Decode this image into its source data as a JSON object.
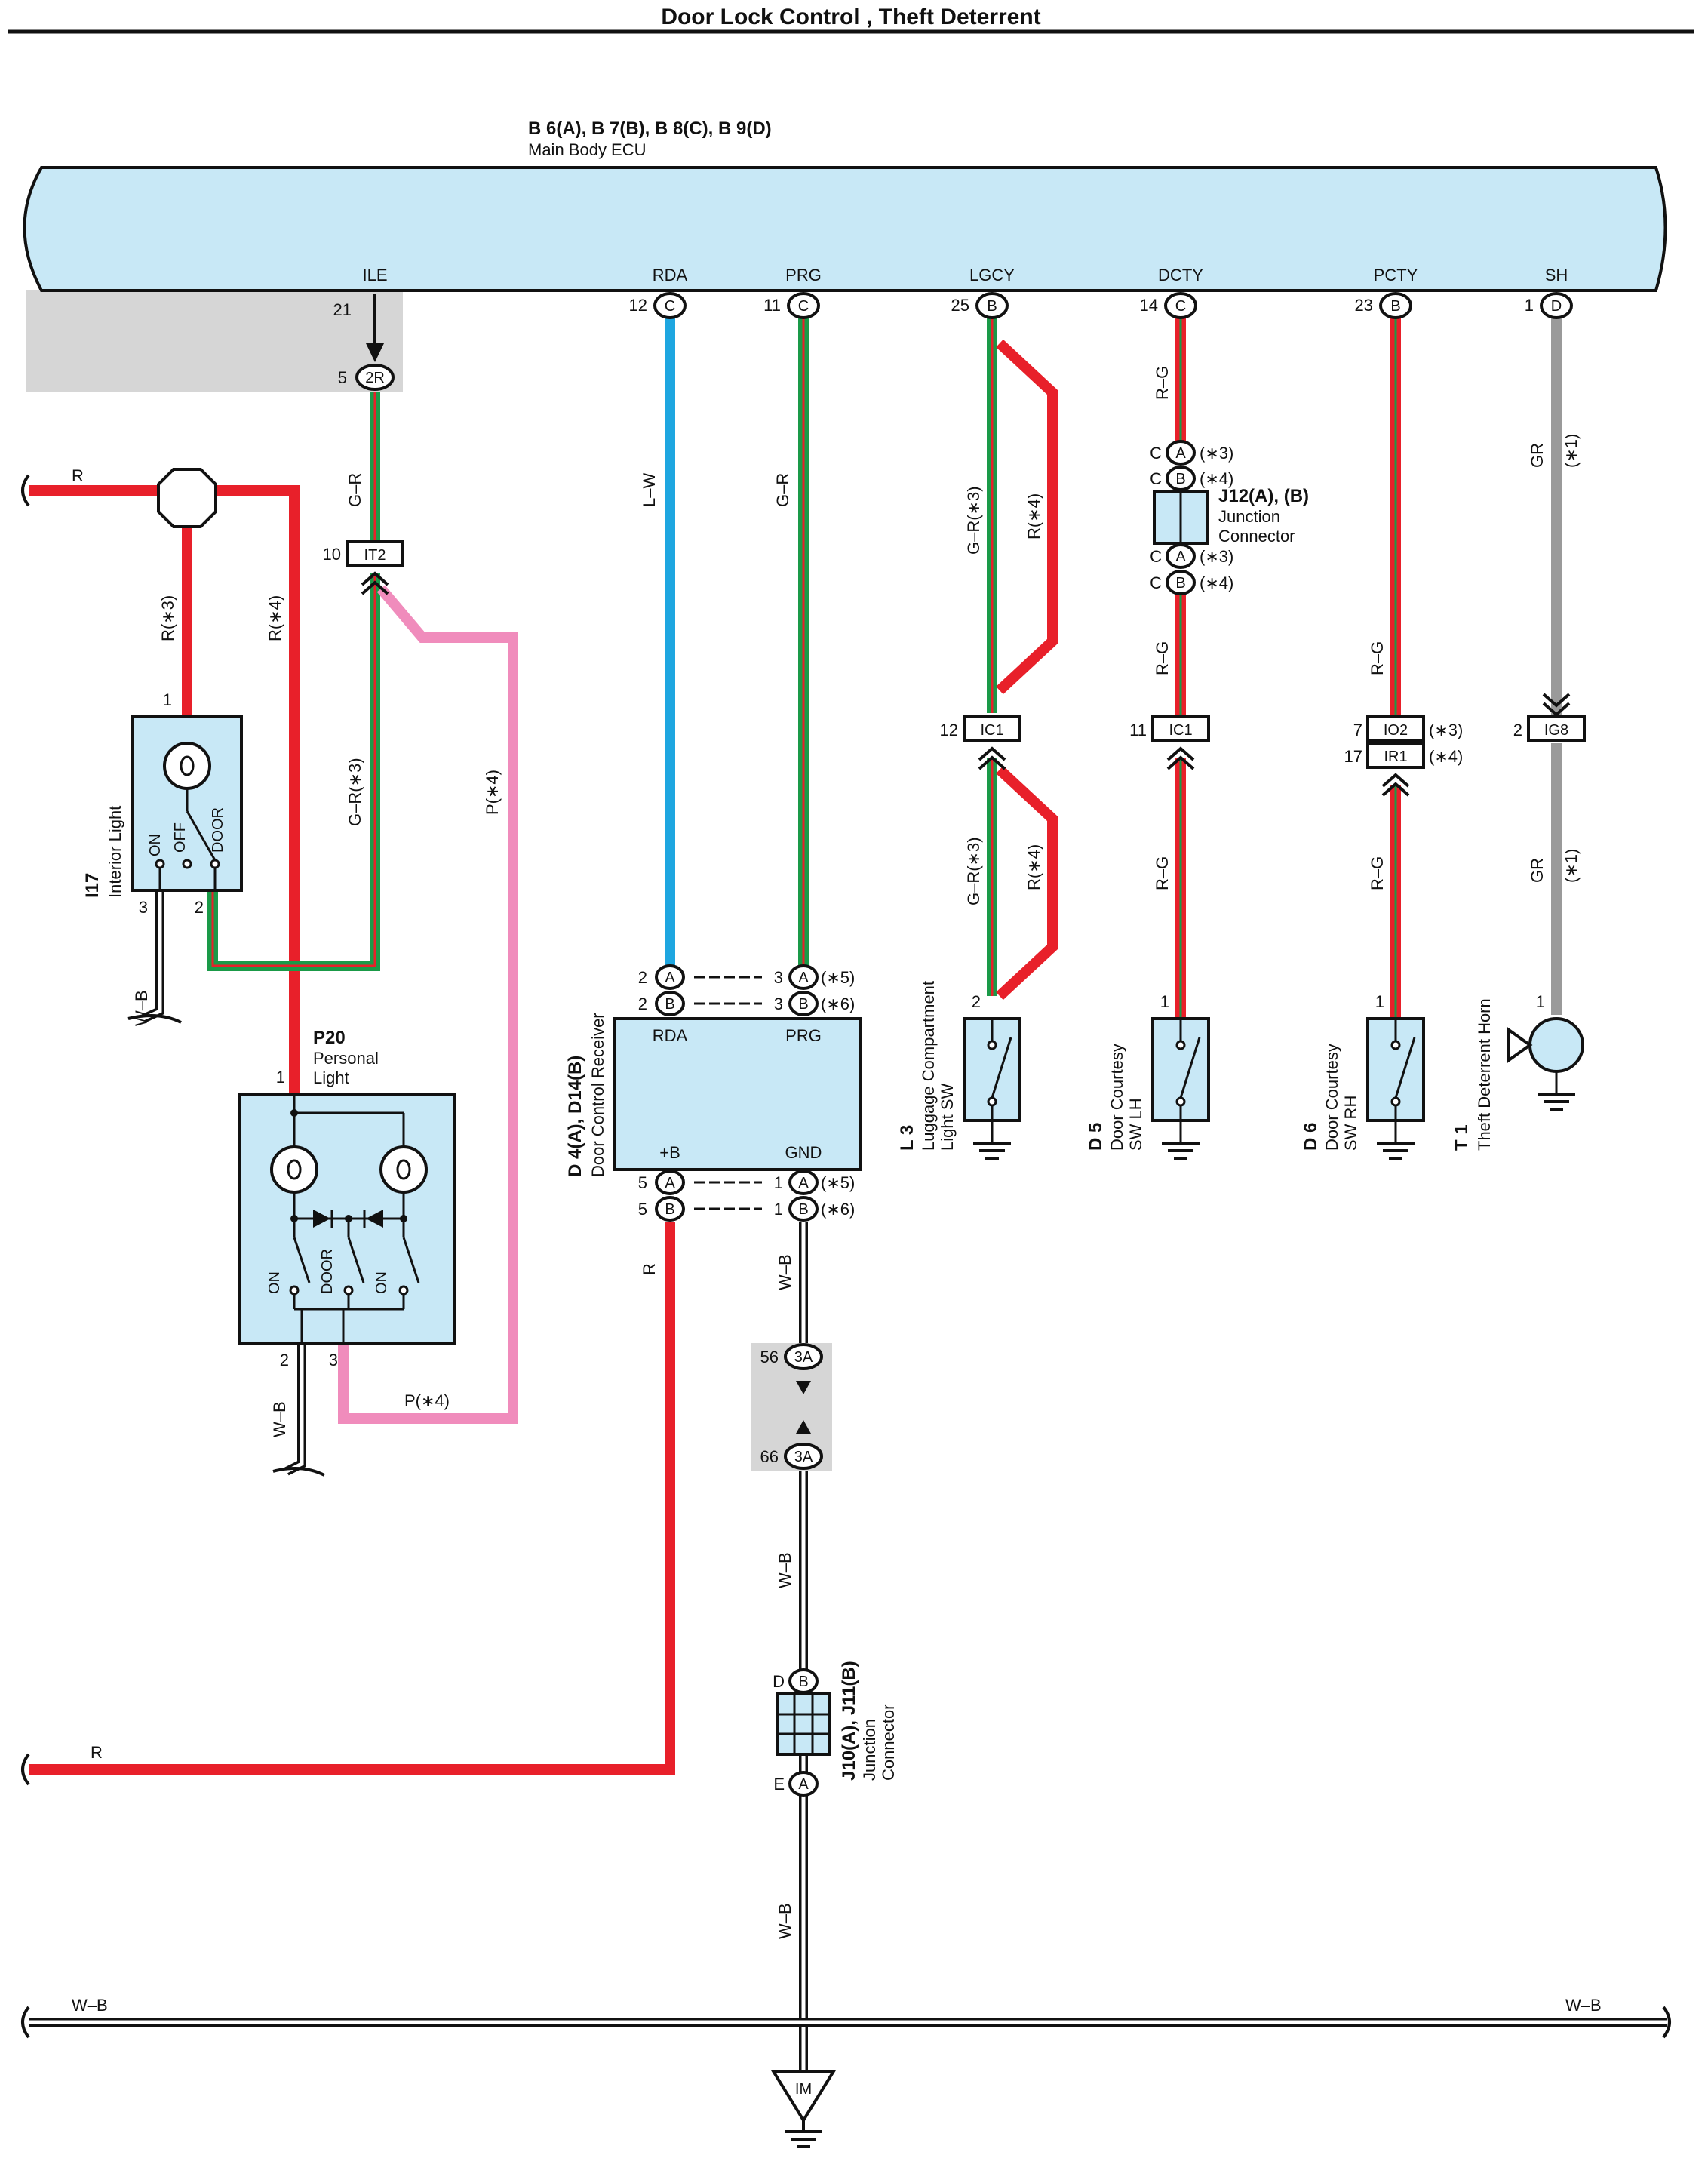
{
  "title": "Door Lock Control , Theft Deterrent",
  "ecu": {
    "id": "B 6(A), B 7(B), B 8(C), B 9(D)",
    "name": "Main Body ECU",
    "terminals": [
      {
        "name": "ILE",
        "pin": "21",
        "conn": ""
      },
      {
        "name": "RDA",
        "pin": "12",
        "conn": "C"
      },
      {
        "name": "PRG",
        "pin": "11",
        "conn": "C"
      },
      {
        "name": "LGCY",
        "pin": "25",
        "conn": "B"
      },
      {
        "name": "DCTY",
        "pin": "14",
        "conn": "C"
      },
      {
        "name": "PCTY",
        "pin": "23",
        "conn": "B"
      },
      {
        "name": "SH",
        "pin": "1",
        "conn": "D"
      }
    ]
  },
  "connectors": {
    "c2r": {
      "label": "2R",
      "pin": "5"
    },
    "it2": {
      "label": "IT2",
      "pin": "10"
    },
    "ic1a": {
      "label": "IC1",
      "pin": "12"
    },
    "ic1b": {
      "label": "IC1",
      "pin": "11"
    },
    "io2": {
      "label": "IO2",
      "pin": "7",
      "note": "(∗3)"
    },
    "ir1": {
      "label": "IR1",
      "pin": "17",
      "note": "(∗4)"
    },
    "ig8": {
      "label": "IG8",
      "pin": "2"
    },
    "c3a_top": {
      "label": "3A",
      "pin": "56"
    },
    "c3a_bot": {
      "label": "3A",
      "pin": "66"
    },
    "im": {
      "label": "IM"
    }
  },
  "wires": {
    "r": "R",
    "r3": "R(∗3)",
    "r4": "R(∗4)",
    "gr": "G–R",
    "gr3": "G–R(∗3)",
    "p4": "P(∗4)",
    "lw": "L–W",
    "rg": "R–G",
    "gry": "GR",
    "s1": "(∗1)",
    "wb": "W–B"
  },
  "j12": {
    "id": "J12(A), (B)",
    "name1": "Junction",
    "name2": "Connector",
    "pinC": "C",
    "pinA": "A",
    "pinB": "B",
    "note3": "(∗3)",
    "note4": "(∗4)"
  },
  "i17": {
    "id": "I17",
    "name": "Interior Light",
    "on": "ON",
    "off": "OFF",
    "door": "DOOR",
    "pin1": "1",
    "pin2": "2",
    "pin3": "3"
  },
  "p20": {
    "id": "P20",
    "name1": "Personal",
    "name2": "Light",
    "on": "ON",
    "door": "DOOR",
    "pin1": "1",
    "pin2": "2",
    "pin3": "3"
  },
  "d4": {
    "id": "D 4(A), D14(B)",
    "name": "Door Control Receiver",
    "rda": "RDA",
    "prg": "PRG",
    "b": "+B",
    "gnd": "GND",
    "p2": "2",
    "p3": "3",
    "p5": "5",
    "p1": "1",
    "connA": "A",
    "connB": "B",
    "n5": "(∗5)",
    "n6": "(∗6)"
  },
  "l3": {
    "id": "L 3",
    "name1": "Luggage Compartment",
    "name2": "Light SW",
    "pin": "2"
  },
  "d5": {
    "id": "D 5",
    "name1": "Door Courtesy",
    "name2": "SW LH",
    "pin": "1"
  },
  "d6": {
    "id": "D 6",
    "name1": "Door Courtesy",
    "name2": "SW RH",
    "pin": "1"
  },
  "t1": {
    "id": "T 1",
    "name": "Theft Deterrent Horn",
    "pin": "1"
  },
  "j10": {
    "id": "J10(A), J11(B)",
    "name1": "Junction",
    "name2": "Connector",
    "pinD": "D",
    "pinE": "E",
    "connB": "B",
    "connA": "A"
  }
}
